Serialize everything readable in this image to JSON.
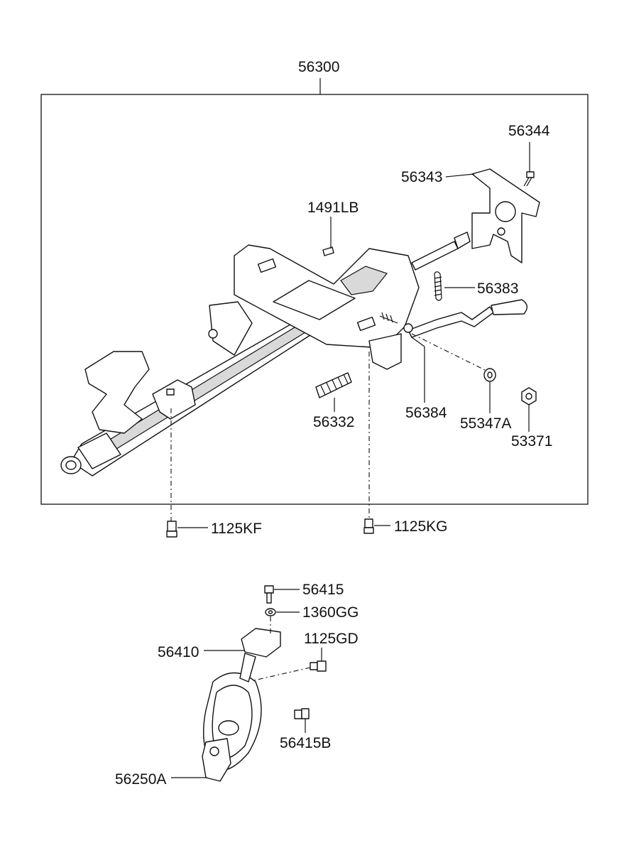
{
  "diagram": {
    "group_label": "56300",
    "labels": {
      "p56344": "56344",
      "p56343": "56343",
      "p1491LB": "1491LB",
      "p56383": "56383",
      "p56332": "56332",
      "p56384": "56384",
      "p55347A": "55347A",
      "p53371": "53371",
      "p1125KF": "1125KF",
      "p1125KG": "1125KG",
      "p56415": "56415",
      "p1360GG": "1360GG",
      "p56410": "56410",
      "p1125GD": "1125GD",
      "p56415B": "56415B",
      "p56250A": "56250A"
    }
  }
}
